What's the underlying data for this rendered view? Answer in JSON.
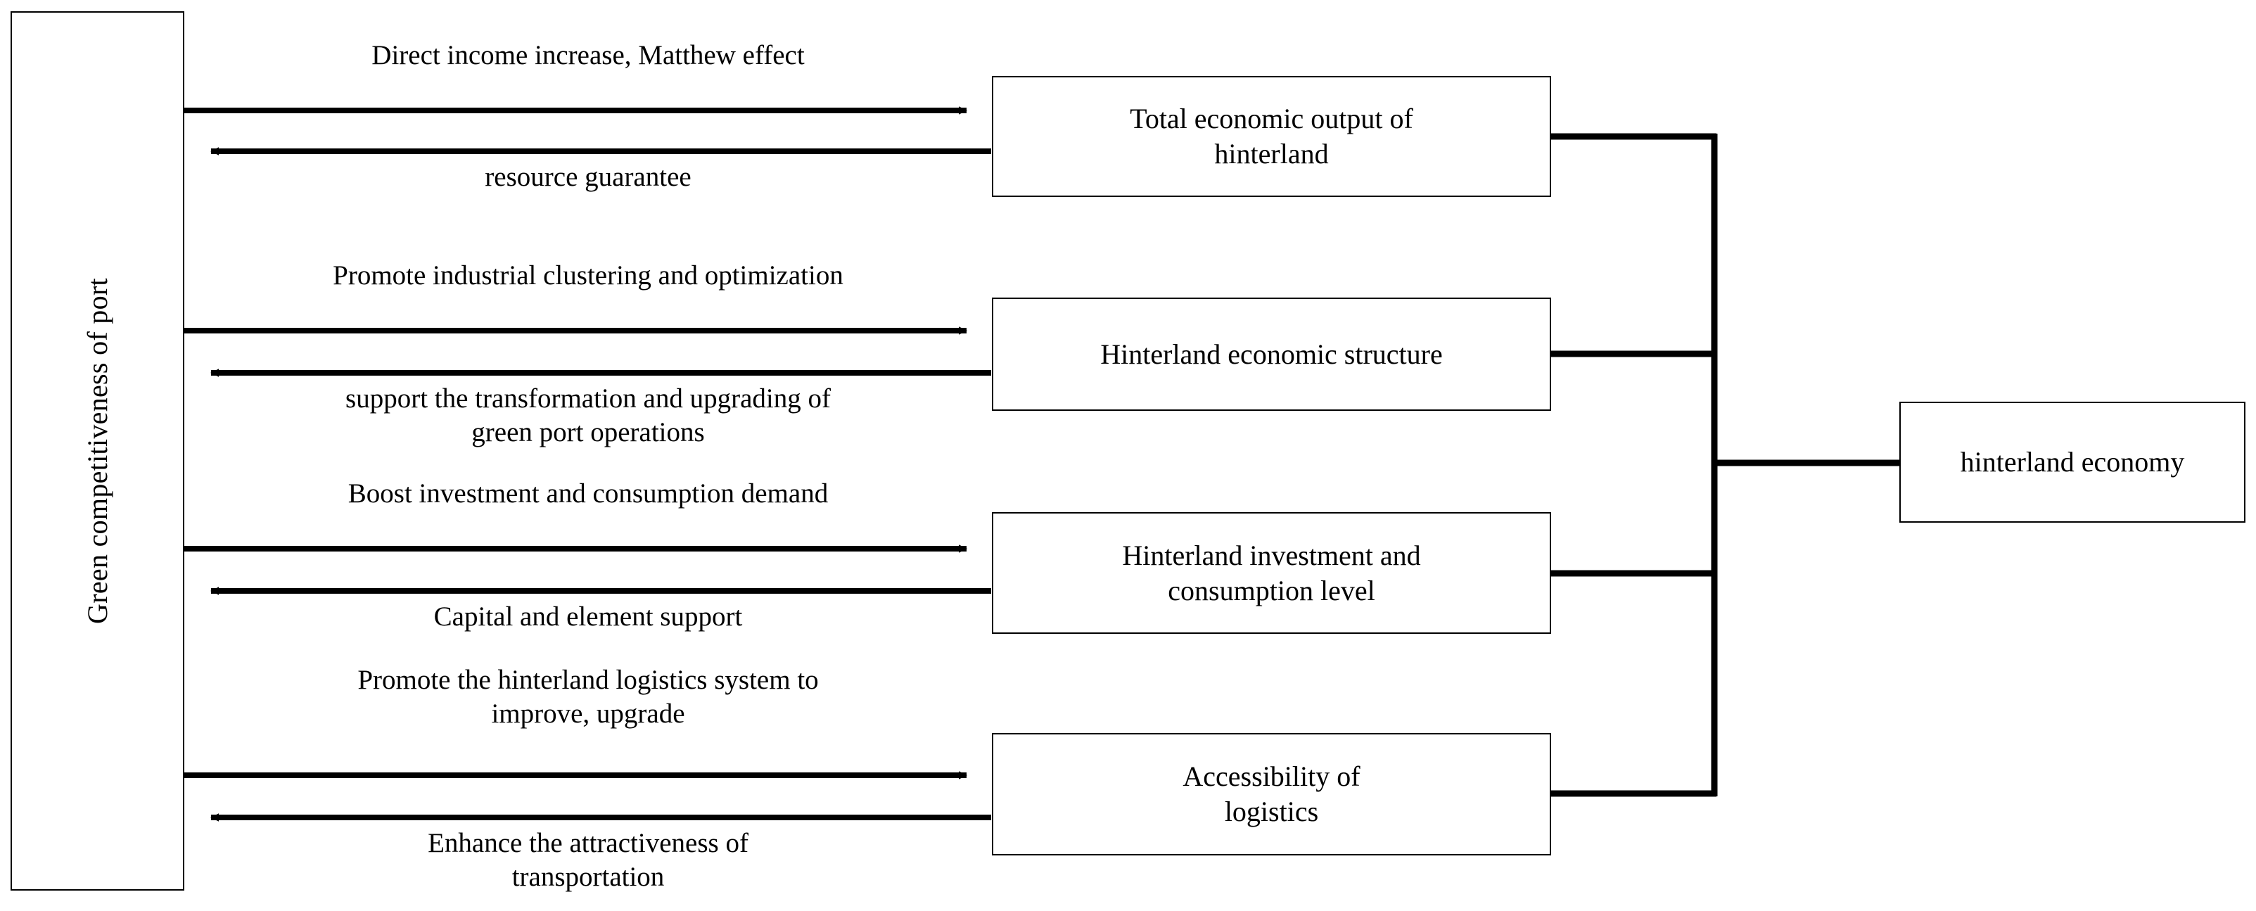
{
  "diagram": {
    "type": "flow-relationship-diagram",
    "background_color": "#ffffff",
    "line_color": "#000000",
    "text_color": "#000000"
  },
  "root_node": {
    "label": "Green competitiveness of port",
    "orientation": "vertical-rotated"
  },
  "factors": [
    {
      "id": "total-economic-output",
      "label": "Total economic output of\nhinterland",
      "forward_label": "Direct income increase, Matthew effect",
      "reverse_label": "resource guarantee"
    },
    {
      "id": "hinterland-economic-structure",
      "label": "Hinterland economic structure",
      "forward_label": "Promote industrial clustering and optimization",
      "reverse_label": "support the transformation and upgrading of\ngreen port operations"
    },
    {
      "id": "investment-consumption-level",
      "label": "Hinterland investment and\nconsumption level",
      "forward_label": "Boost investment and consumption demand",
      "reverse_label": "Capital and element support"
    },
    {
      "id": "accessibility-of-logistics",
      "label": "Accessibility of\nlogistics",
      "forward_label": "Promote the hinterland logistics system to\nimprove, upgrade",
      "reverse_label": "Enhance the attractiveness of\ntransportation"
    }
  ],
  "outcome_node": {
    "label": "hinterland economy"
  }
}
